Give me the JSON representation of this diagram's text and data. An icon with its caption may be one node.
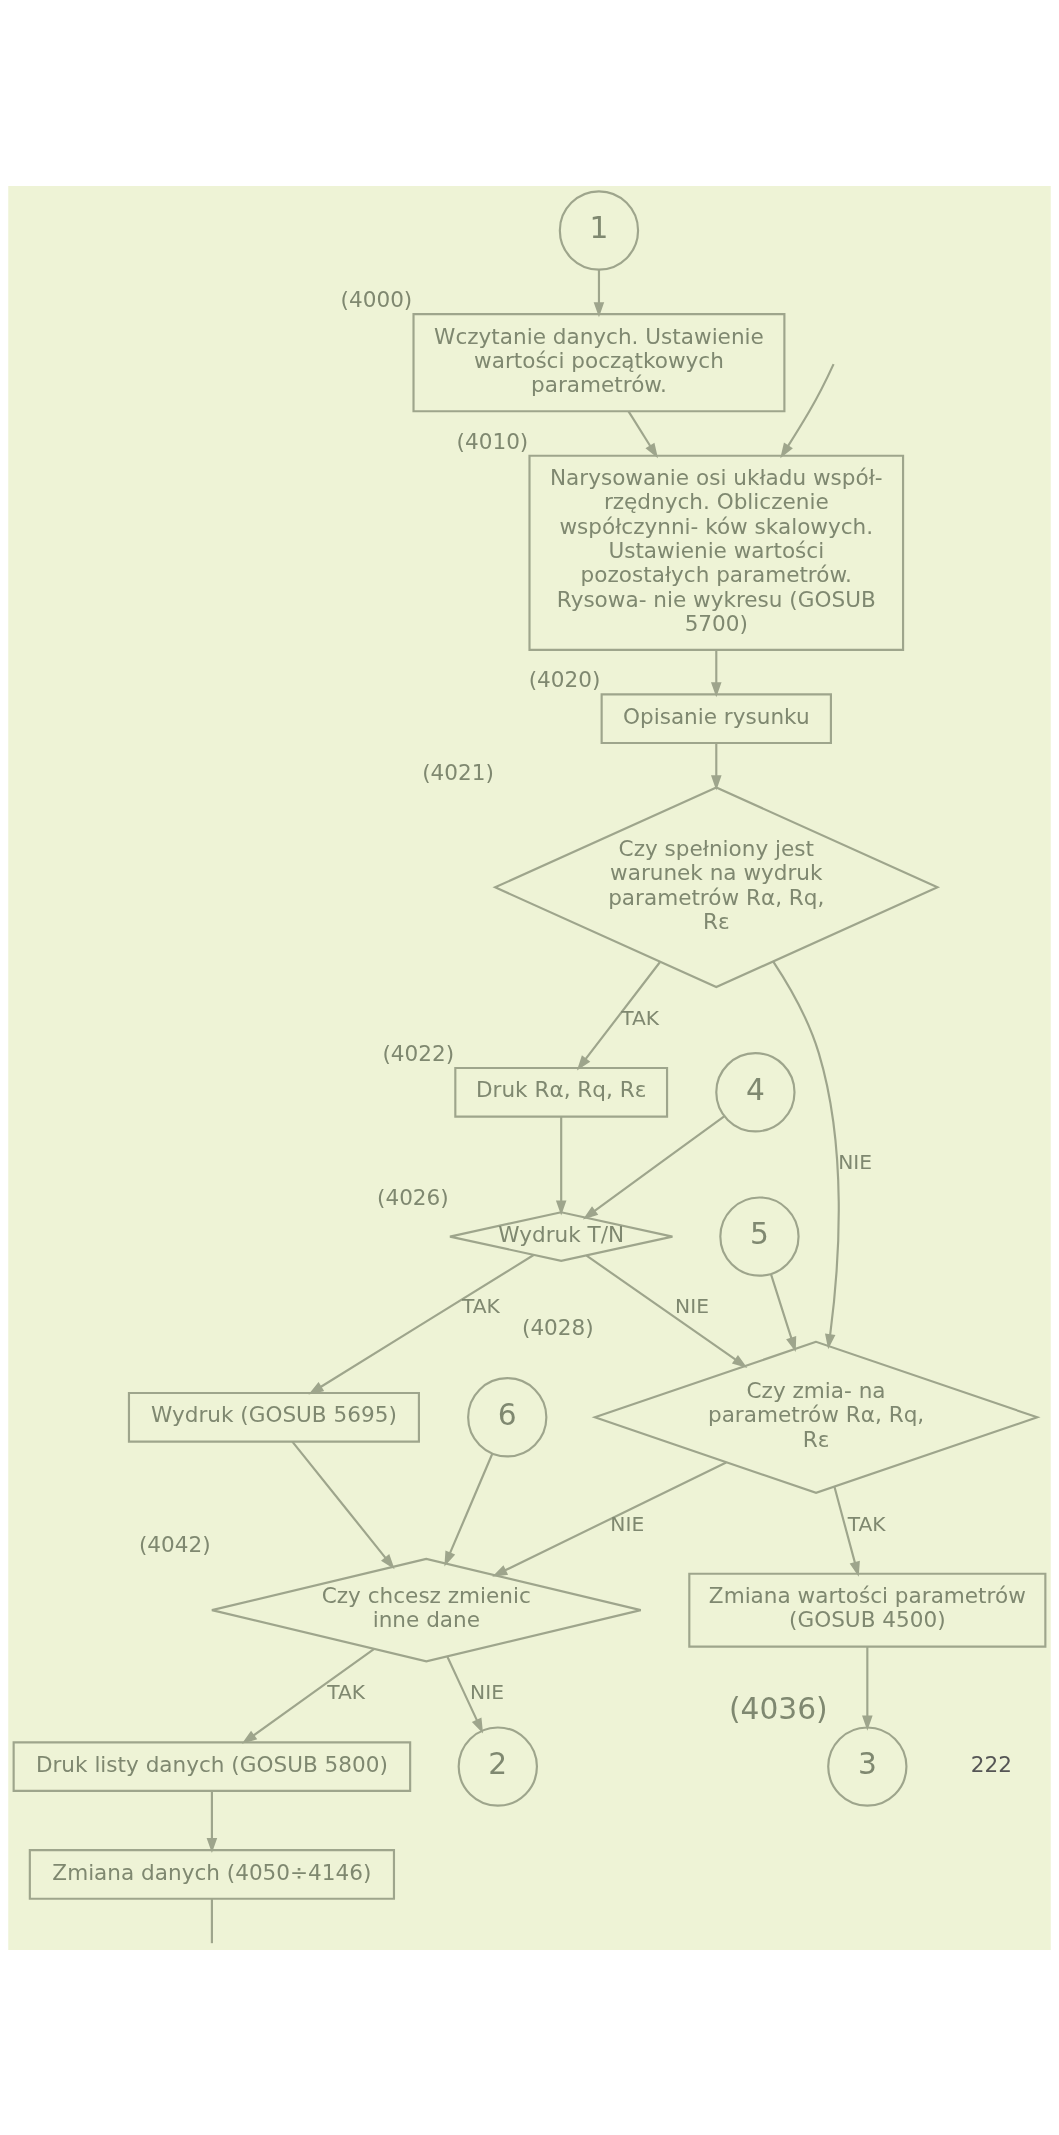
{
  "diagram": {
    "nodes": [
      {
        "text": [
          "1"
        ]
      },
      {
        "text": [
          "Wczytanie danych. Ustawienie wartości początkowych parametrów."
        ],
        "beside": [
          "(4000)"
        ]
      },
      {
        "text": [
          "Narysowanie osi układu współ- rzędnych. Obliczenie współczynni- ków skalowych. Ustawienie wartości pozostałych parametrów. Rysowa- nie wykresu (GOSUB 5700)"
        ],
        "beside": [
          "(4010)"
        ]
      },
      {
        "text": [
          "Opisanie rysunku"
        ],
        "beside": [
          "(4020)"
        ]
      },
      {
        "text": [
          "Czy spełniony jest warunek na wydruk parametrów Rα, Rq, Rε"
        ],
        "beside": [
          "(4021)"
        ]
      },
      {
        "text": [
          "Druk Rα, Rq, Rε"
        ],
        "beside": [
          "(4022)"
        ]
      },
      {
        "text": [
          "Wydruk T/N"
        ],
        "beside": [
          "(4026)"
        ]
      },
      {
        "text": [
          "4"
        ]
      },
      {
        "text": [
          "Wydruk (GOSUB 5695)"
        ]
      },
      {
        "text": [
          "Czy zmia- na parametrów Rα, Rq, Rε"
        ],
        "beside": [
          "(4028)"
        ]
      },
      {
        "text": [
          "5"
        ]
      },
      {
        "text": [
          "Zmiana wartości parametrów (GOSUB 4500)"
        ]
      },
      {
        "text": [
          "3"
        ],
        "beside": [
          "(4036)"
        ]
      },
      {
        "text": [
          "6"
        ]
      },
      {
        "text": [
          "Czy chcesz zmienic inne dane"
        ],
        "beside": [
          "(4042)"
        ]
      },
      {
        "text": [
          "2"
        ]
      },
      {
        "text": [
          "Druk listy danych (GOSUB 5800)"
        ]
      },
      {
        "text": [
          "Zmiana danych (4050÷4146)"
        ]
      }
    ],
    "edges": [
      {
        "from": 0,
        "to": 1,
        "arrow": "to"
      },
      {
        "from": 1,
        "to": 2,
        "arrow": "to"
      },
      {
        "from": null,
        "to": 2,
        "arrow": "to"
      },
      {
        "from": 2,
        "to": 3,
        "arrow": "to"
      },
      {
        "from": 3,
        "to": 4,
        "arrow": "to"
      },
      {
        "from": 4,
        "to": 5,
        "arrow": "to",
        "label": "TAK"
      },
      {
        "from": 4,
        "to": 9,
        "arrow": "to",
        "label": "NIE"
      },
      {
        "from": 5,
        "to": 6,
        "arrow": "to"
      },
      {
        "from": 7,
        "to": 6,
        "arrow": "to"
      },
      {
        "from": 6,
        "to": 8,
        "arrow": "to",
        "label": "TAK"
      },
      {
        "from": 6,
        "to": 9,
        "arrow": "to",
        "label": "NIE"
      },
      {
        "from": 8,
        "to": 14,
        "arrow": "to"
      },
      {
        "from": 10,
        "to": 9,
        "arrow": "to"
      },
      {
        "from": 9,
        "to": 14,
        "arrow": "to",
        "label": "NIE"
      },
      {
        "from": 9,
        "to": 11,
        "arrow": "to",
        "label": "TAK"
      },
      {
        "from": 11,
        "to": 12,
        "arrow": "to"
      },
      {
        "from": 13,
        "to": 14,
        "arrow": "to"
      },
      {
        "from": 14,
        "to": 15,
        "arrow": "to",
        "label": "NIE"
      },
      {
        "from": 14,
        "to": 16,
        "arrow": "to",
        "label": "TAK"
      },
      {
        "from": 16,
        "to": 17,
        "arrow": "to"
      },
      {
        "from": 17,
        "to": null,
        "arrow": "none"
      }
    ],
    "labels": [
      "222"
    ]
  }
}
